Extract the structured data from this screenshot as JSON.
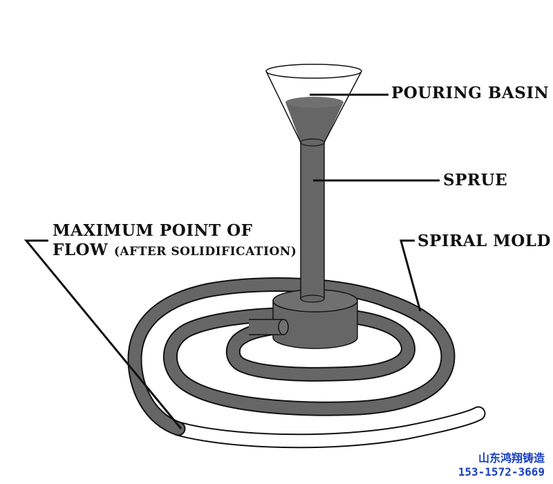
{
  "labels": {
    "pouring_basin": "POURING BASIN",
    "sprue": "SPRUE",
    "spiral_mold": "SPIRAL MOLD",
    "max_point_line1": "MAXIMUM POINT OF",
    "max_point_line2_a": "FLOW",
    "max_point_line2_b": "(AFTER SOLIDIFICATION)"
  },
  "watermark": {
    "company": "山东鸿翔铸造",
    "phone": "153-1572-3669"
  },
  "colors": {
    "metal": "#666666",
    "outline": "#111111",
    "leader": "#111111",
    "watermark": "#1a3fbf"
  }
}
